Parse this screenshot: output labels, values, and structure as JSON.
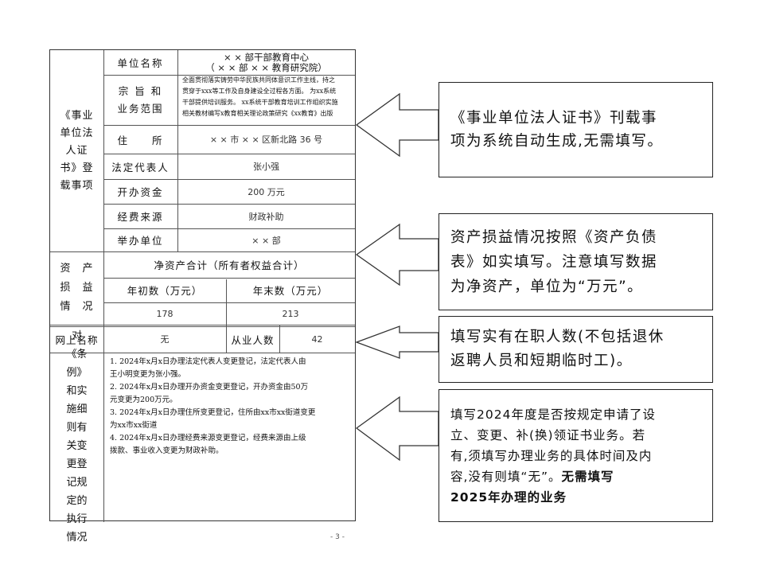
{
  "form": {
    "section_certificate": "《事业单位法人证书》登载事项",
    "unit_name": {
      "label": "单位名称",
      "line1": "× × 部干部教育中心",
      "line2": "（ × × 部 × × 教育研究院）"
    },
    "purpose": {
      "label_line1": "宗 旨 和",
      "label_line2": "业务范围",
      "lines": [
        "全面贯彻落实铸劳中华民族共同体意识工作主线，持之",
        "贯穿于xxx等工作及自身建设全过程各方面。 为xx系统",
        "干部提供培训服务。 xx系统干部教育培训工作组织实施",
        "相关教材编写x教育相关理论政策研究《xx教育》出版"
      ]
    },
    "address": {
      "label": "住　　所",
      "value": "× × 市 × × 区新北路 36 号"
    },
    "legal_rep": {
      "label": "法定代表人",
      "value": "张小强"
    },
    "capital": {
      "label": "开办资金",
      "value": "200 万元"
    },
    "funding": {
      "label": "经费来源",
      "value": "财政补助"
    },
    "sponsor": {
      "label": "举办单位",
      "value": "× × 部"
    },
    "section_assets": "资　产损　益情　况",
    "assets_header": "净资产合计（所有者权益合计）",
    "begin_label": "年初数（万元）",
    "end_label": "年末数（万元）",
    "begin_value": "178",
    "end_value": "213",
    "web_name_label": "网上名称",
    "web_name_value": "无",
    "staff_label": "从业人数",
    "staff_value": "42",
    "section_regs": "对《条例》和实施细则有关变更登记规定的执行情况",
    "notes": [
      "1. 2024年x月x日办理法定代表人变更登记，法定代表人由",
      "王小明变更为张小强。",
      "2. 2024年x月x日办理开办资金变更登记，开办资金由50万",
      "元变更为200万元。",
      "3. 2024年x月x日办理住所变更登记，住所由xx市xx街道变更",
      "为xx市xx街道",
      "4. 2024年x月x日办理经费来源变更登记，经费来源由上级",
      "拨款、事业收入变更为财政补助。"
    ]
  },
  "callouts": {
    "c1": [
      "《事业单位法人证书》刊载事",
      "项为系统自动生成,无需填写。"
    ],
    "c2": [
      "资产损益情况按照《资产负债",
      "表》如实填写。注意填写数据",
      "为净资产，单位为“万元”。"
    ],
    "c3": [
      "填写实有在职人数(不包括退休",
      "返聘人员和短期临时工)。"
    ],
    "c4": [
      "填写2024年度是否按规定申请了设",
      "立、变更、补(换)领证书业务。若",
      "有,须填写办理业务的具体时间及内",
      "容,没有则填“无”。"
    ],
    "c4_bold": "无需填写",
    "c4_bold2": "2025年办理的业务"
  },
  "page_number": "- 3 -"
}
